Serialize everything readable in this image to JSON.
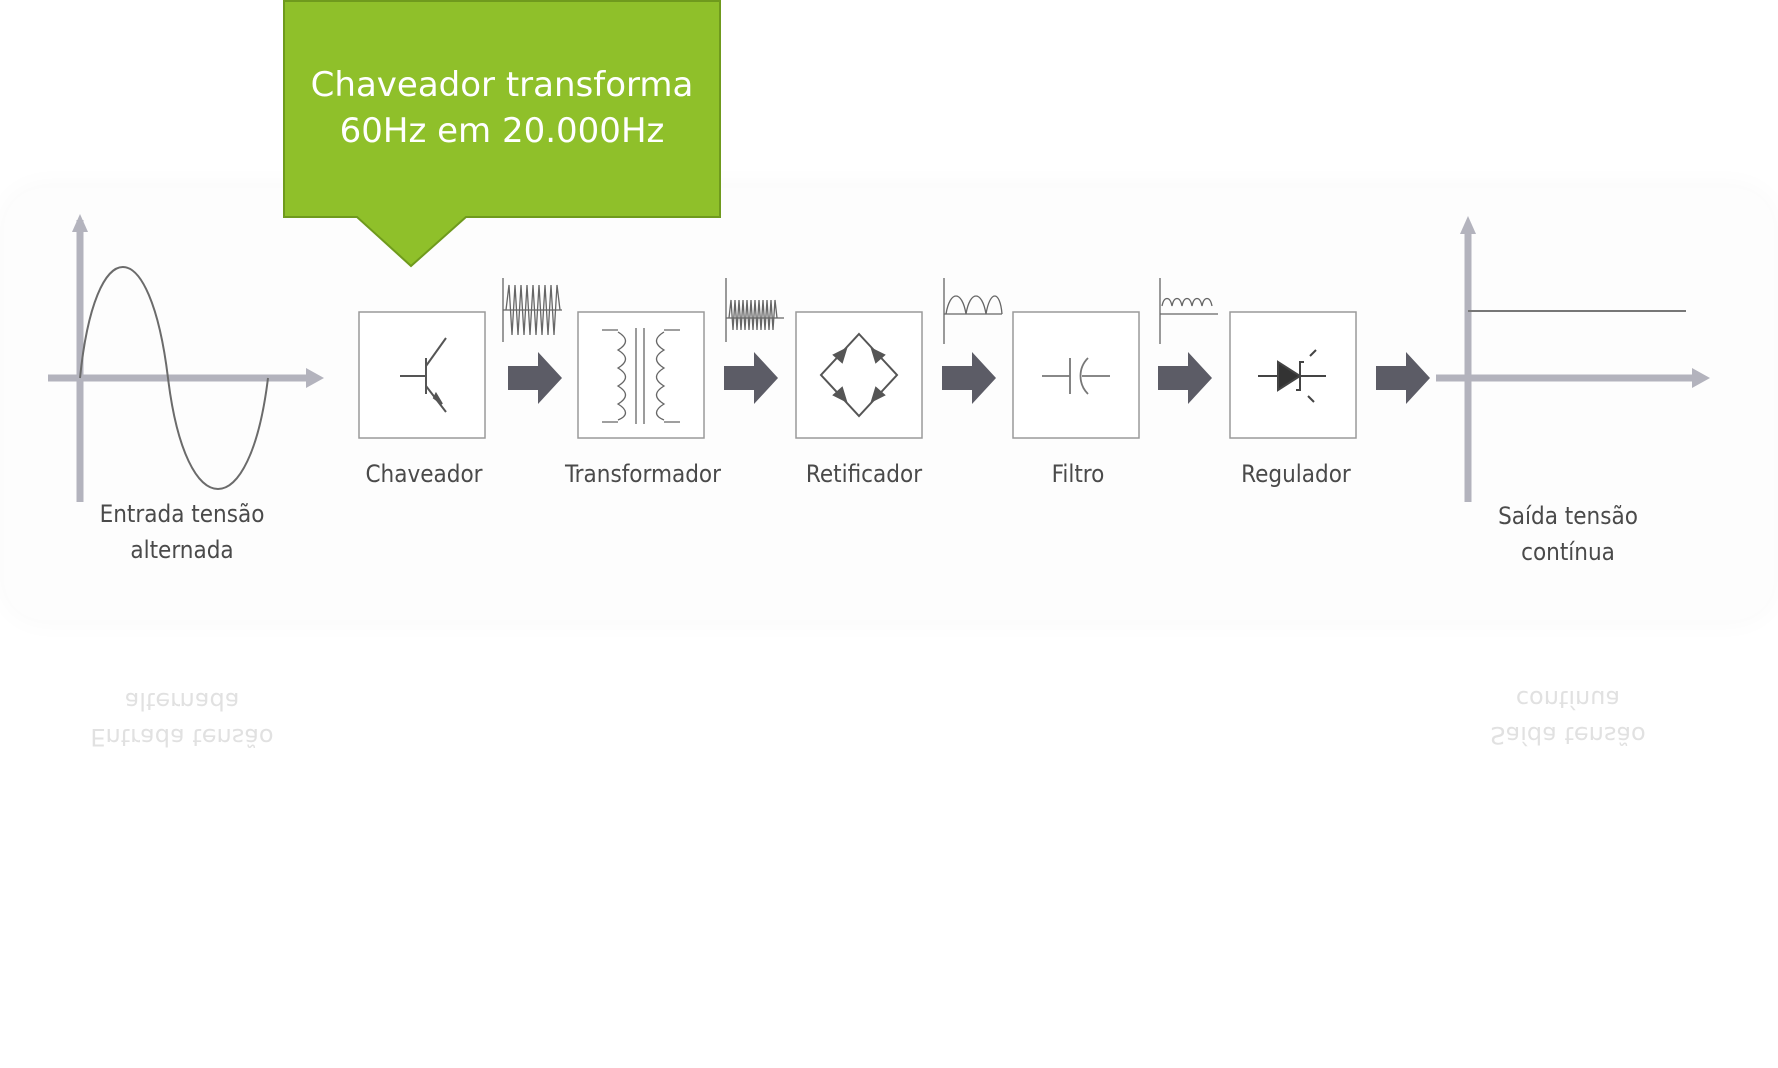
{
  "callout": {
    "line1": "Chaveador transforma",
    "line2": "60Hz em 20.000Hz",
    "color": "#8fc02a"
  },
  "input": {
    "line1": "Entrada tensão",
    "line2": "alternada"
  },
  "output": {
    "line1": "Saída tensão",
    "line2": "contínua"
  },
  "stages": [
    {
      "label": "Chaveador",
      "icon": "transistor-icon"
    },
    {
      "label": "Transformador",
      "icon": "transformer-icon"
    },
    {
      "label": "Retificador",
      "icon": "diode-bridge-icon"
    },
    {
      "label": "Filtro",
      "icon": "capacitor-icon"
    },
    {
      "label": "Regulador",
      "icon": "zener-diode-icon"
    }
  ]
}
